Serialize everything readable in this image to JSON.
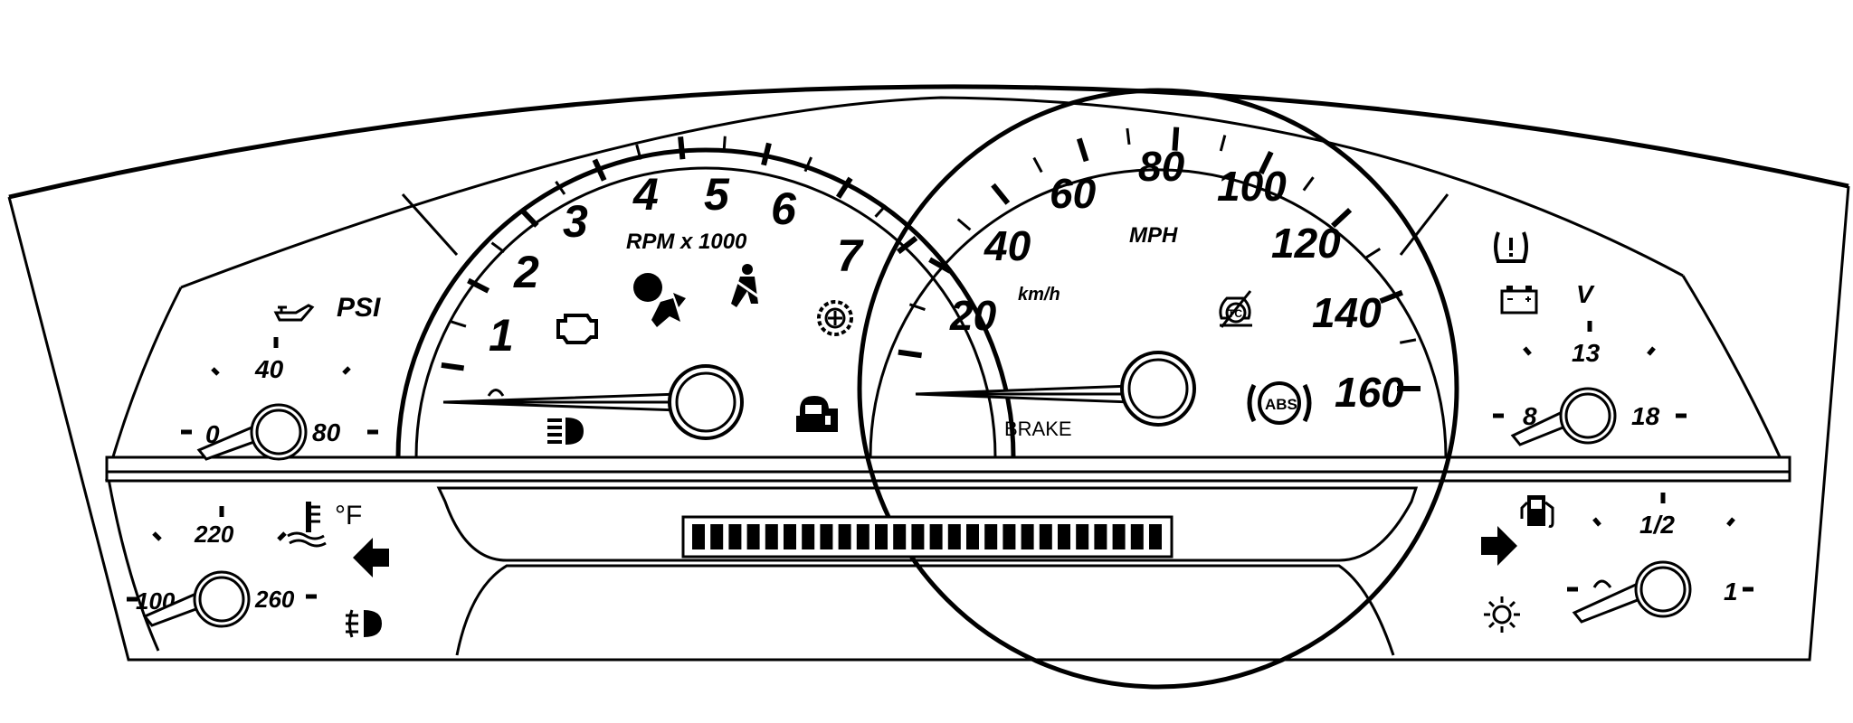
{
  "tachometer": {
    "scale_label": "RPM x 1000",
    "numbers": [
      "1",
      "2",
      "3",
      "4",
      "5",
      "6",
      "7"
    ]
  },
  "speedometer": {
    "unit_primary": "MPH",
    "unit_secondary": "km/h",
    "numbers": [
      "20",
      "40",
      "60",
      "80",
      "100",
      "120",
      "140",
      "160"
    ],
    "brake_label": "BRAKE",
    "abs_label": "ABS",
    "tc_label": "TC"
  },
  "oil_pressure": {
    "unit": "PSI",
    "labels": [
      "0",
      "40",
      "80"
    ]
  },
  "coolant_temp": {
    "unit": "°F",
    "labels": [
      "100",
      "220",
      "260"
    ]
  },
  "voltmeter": {
    "unit": "V",
    "labels": [
      "8",
      "13",
      "18"
    ]
  },
  "fuel": {
    "labels": [
      "1/2",
      "1"
    ]
  },
  "lcd": {
    "segment_count": 26
  },
  "icons": [
    "oil-can-icon",
    "check-engine-icon",
    "airbag-icon",
    "seatbelt-icon",
    "gear-warning-icon",
    "security-lock-icon",
    "high-beam-icon",
    "coolant-temp-icon",
    "left-turn-arrow-icon",
    "fog-lamp-icon",
    "tire-pressure-icon",
    "battery-icon",
    "fuel-pump-icon",
    "right-turn-arrow-icon",
    "exterior-lamp-icon",
    "traction-control-icon",
    "abs-icon"
  ]
}
